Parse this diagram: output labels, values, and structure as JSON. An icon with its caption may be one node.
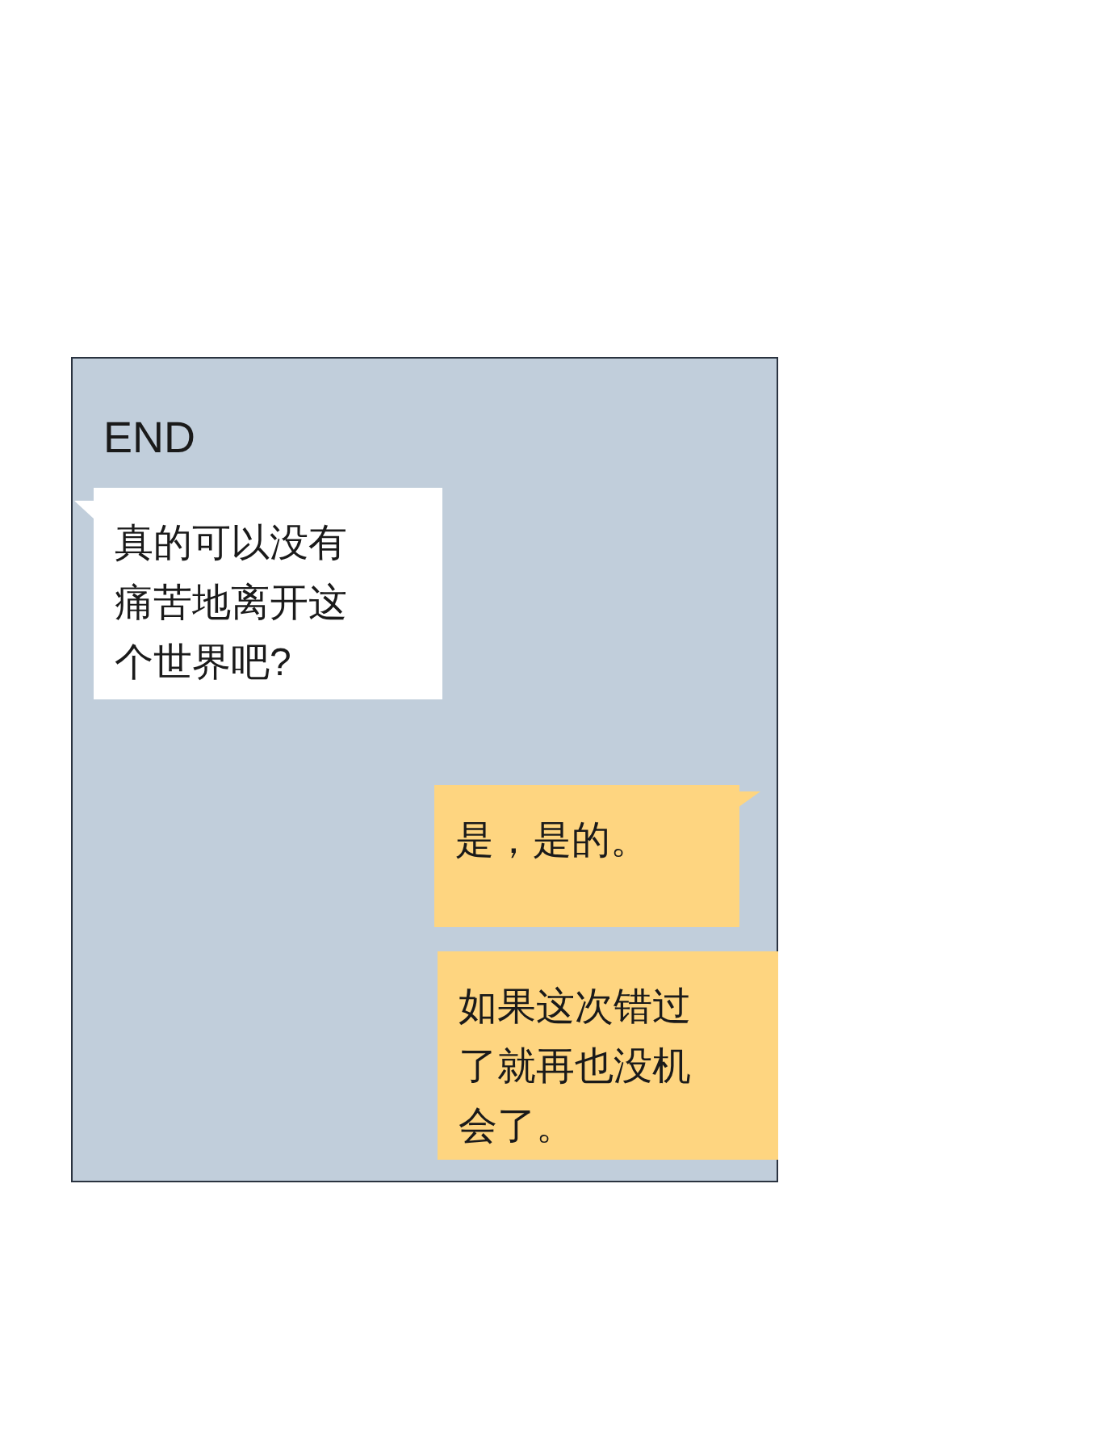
{
  "diagram": {
    "nodes": [
      {
        "text": [
          "END"
        ]
      },
      {
        "text": [
          "真的可以没有痛苦地离开这个世界吧?"
        ],
        "in": 0
      },
      {
        "text": [
          "是，是的。"
        ],
        "in": 0
      },
      {
        "text": [
          "如果这次错过了就再也没机会了。"
        ],
        "in": 0
      }
    ]
  }
}
